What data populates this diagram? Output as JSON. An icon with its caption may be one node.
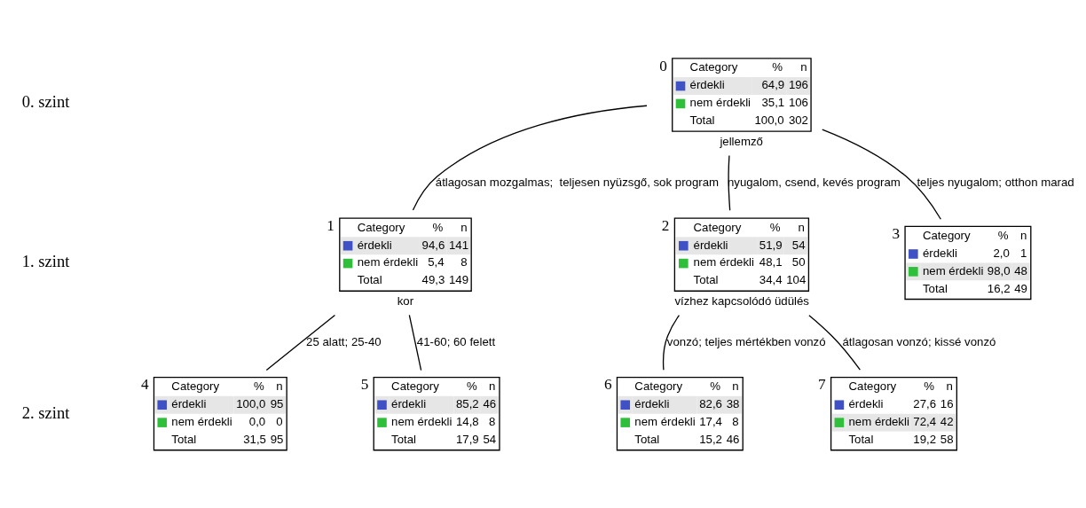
{
  "diagram": {
    "nodes": [
      {
        "text": [
          "0",
          "Category",
          "%",
          "n",
          "érdekli",
          "64,9",
          "196",
          "nem érdekli",
          "35,1",
          "106",
          "Total",
          "100,0",
          "302"
        ],
        "beside": [
          "jellemző"
        ]
      },
      {
        "text": [
          "1",
          "Category",
          "%",
          "n",
          "érdekli",
          "94,6",
          "141",
          "nem érdekli",
          "5,4",
          "8",
          "Total",
          "49,3",
          "149"
        ],
        "beside": [
          "kor"
        ]
      },
      {
        "text": [
          "2",
          "Category",
          "%",
          "n",
          "érdekli",
          "51,9",
          "54",
          "nem érdekli",
          "48,1",
          "50",
          "Total",
          "34,4",
          "104"
        ],
        "beside": [
          "vízhez kapcsolódó üdülés"
        ]
      },
      {
        "text": [
          "3",
          "Category",
          "%",
          "n",
          "érdekli",
          "2,0",
          "1",
          "nem érdekli",
          "98,0",
          "48",
          "Total",
          "16,2",
          "49"
        ]
      },
      {
        "text": [
          "4",
          "Category",
          "%",
          "n",
          "érdekli",
          "100,0",
          "95",
          "nem érdekli",
          "0,0",
          "0",
          "Total",
          "31,5",
          "95"
        ]
      },
      {
        "text": [
          "5",
          "Category",
          "%",
          "n",
          "érdekli",
          "85,2",
          "46",
          "nem érdekli",
          "14,8",
          "8",
          "Total",
          "17,9",
          "54"
        ]
      },
      {
        "text": [
          "6",
          "Category",
          "%",
          "n",
          "érdekli",
          "82,6",
          "38",
          "nem érdekli",
          "17,4",
          "8",
          "Total",
          "15,2",
          "46"
        ]
      },
      {
        "text": [
          "7",
          "Category",
          "%",
          "n",
          "érdekli",
          "27,6",
          "16",
          "nem érdekli",
          "72,4",
          "42",
          "Total",
          "19,2",
          "58"
        ]
      }
    ],
    "edges": [
      {
        "from": 0,
        "to": 1,
        "arrow": "none",
        "label": "átlagosan mozgalmas;  teljesen nyüzsgő, sok program"
      },
      {
        "from": 0,
        "to": 2,
        "arrow": "none",
        "label": "nyugalom, csend, kevés program"
      },
      {
        "from": 0,
        "to": 3,
        "arrow": "none",
        "label": "teljes nyugalom; otthon marad"
      },
      {
        "from": 1,
        "to": 4,
        "arrow": "none",
        "label": "25 alatt; 25-40"
      },
      {
        "from": 1,
        "to": 5,
        "arrow": "none",
        "label": "41-60; 60 felett"
      },
      {
        "from": 2,
        "to": 6,
        "arrow": "none",
        "label": "vonzó; teljes mértékben vonzó"
      },
      {
        "from": 2,
        "to": 7,
        "arrow": "none",
        "label": "átlagosan vonzó; kissé vonzó"
      }
    ],
    "labels": [
      "0. szint",
      "1. szint",
      "2. szint"
    ]
  }
}
